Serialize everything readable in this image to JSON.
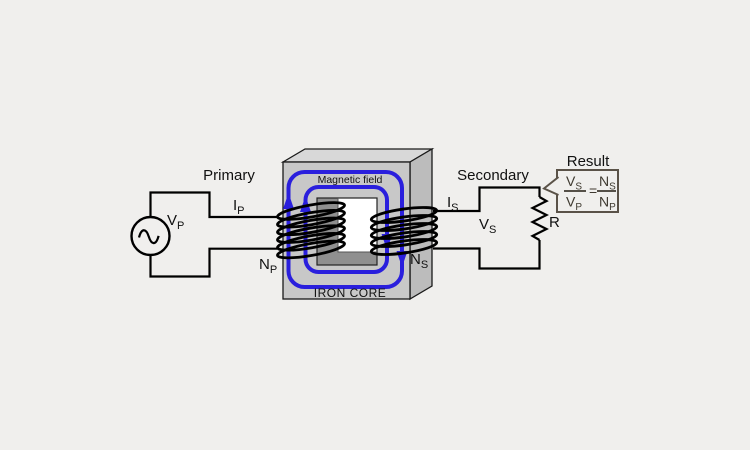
{
  "diagram_title": "Transformer (primary / secondary) circuit diagram",
  "colors": {
    "background": "#f0efed",
    "wire": "#000000",
    "magnetic_field_blue": "#2a1fdd",
    "core_front": "#c8c8c8",
    "core_top": "#d8d8d8",
    "core_side": "#bcbcbc",
    "core_window_shadow": "#8f8f8f",
    "core_window_hole": "#ffffff",
    "result_border": "#5a5248"
  },
  "labels": {
    "primary_section": "Primary",
    "secondary_section": "Secondary",
    "magnetic_field": "Magnetic field",
    "iron_core": "IRON CORE",
    "result_title": "Result"
  },
  "components": {
    "source_voltage": {
      "main": "V",
      "sub": "P"
    },
    "primary_current": {
      "main": "I",
      "sub": "P"
    },
    "primary_turns": {
      "main": "N",
      "sub": "P"
    },
    "secondary_current": {
      "main": "I",
      "sub": "S"
    },
    "secondary_voltage": {
      "main": "V",
      "sub": "S"
    },
    "secondary_turns": {
      "main": "N",
      "sub": "S"
    },
    "load_resistor": "R"
  },
  "formula": {
    "numerator_left": {
      "main": "V",
      "sub": "S"
    },
    "denominator_left": {
      "main": "V",
      "sub": "P"
    },
    "equals": "=",
    "numerator_right": {
      "main": "N",
      "sub": "S"
    },
    "denominator_right": {
      "main": "N",
      "sub": "P"
    }
  }
}
